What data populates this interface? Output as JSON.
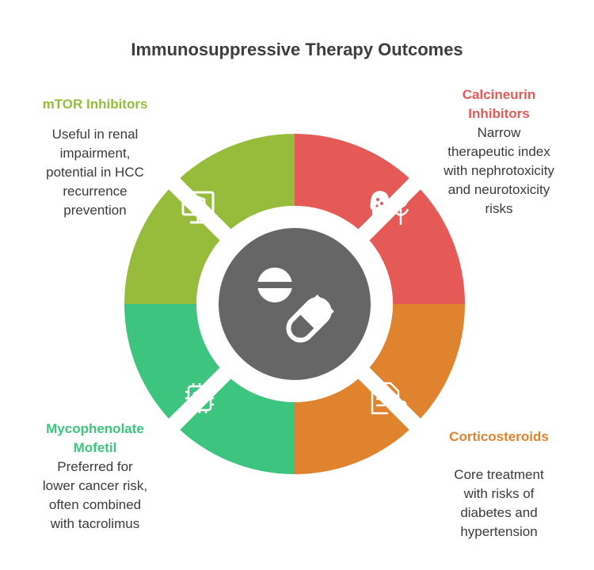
{
  "title": "Immunosuppressive Therapy Outcomes",
  "segments": [
    {
      "position": "top-left",
      "heading": "mTOR Inhibitors",
      "body": "Useful in renal\nimpairment,\npotential in HCC\nrecurrence\nprevention",
      "color": "#97BC3B",
      "icon": "monitor-shield-icon"
    },
    {
      "position": "top-right",
      "heading": "Calcineurin\nInhibitors",
      "body": "Narrow\ntherapeutic index\nwith nephrotoxicity\nand neurotoxicity\nrisks",
      "color": "#E55A57",
      "icon": "head-plant-icon"
    },
    {
      "position": "bottom-left",
      "heading": "Mycophenolate\nMofetil",
      "body": "Preferred for\nlower cancer risk,\noften combined\nwith tacrolimus",
      "color": "#3DC47E",
      "icon": "chip-shield-icon"
    },
    {
      "position": "bottom-right",
      "heading": "Corticosteroids",
      "body": "Core treatment\nwith risks of\ndiabetes and\nhypertension",
      "color": "#E0832F",
      "icon": "medical-report-icon"
    }
  ],
  "center": {
    "icon": "pills-icon",
    "color": "#666666"
  }
}
